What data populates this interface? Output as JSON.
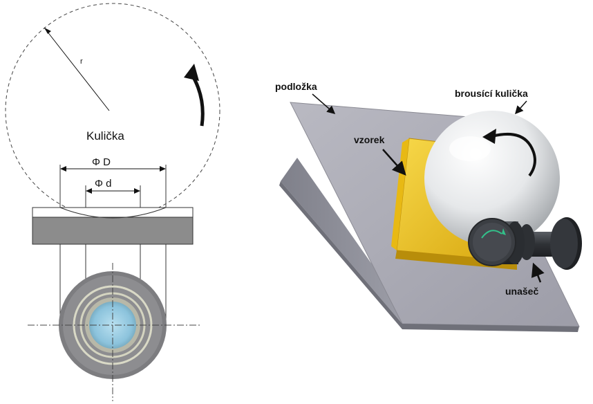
{
  "left_diagram": {
    "radius_label": "r",
    "ball_label": "Kulička",
    "outer_diameter_label": "Φ D",
    "inner_diameter_label": "Φ d"
  },
  "right_diagram": {
    "substrate_label": "podložka",
    "ball_label": "brousící kulička",
    "sample_label": "vzorek",
    "driver_label": "unašeč"
  },
  "colors": {
    "plate": "#a9a9b3",
    "sample": "#f0c419",
    "ball": "#eef0f2",
    "driver": "#3a3d42",
    "crater_center": "#9fd0e6"
  }
}
